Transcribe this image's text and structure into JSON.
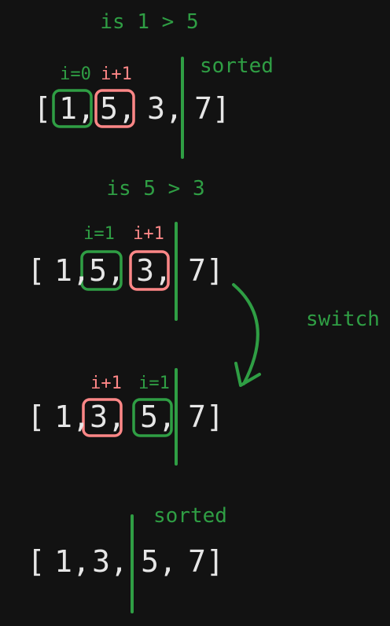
{
  "colors": {
    "background": "#121212",
    "green": "#2f9e44",
    "red": "#ff8787",
    "text": "#e6e6e6"
  },
  "step1": {
    "question": "is 1 > 5",
    "label_i": "i=0",
    "label_next": "i+1",
    "sorted_label": "sorted",
    "open_bracket": "[",
    "items": [
      "1,",
      "5,",
      "3,",
      "7]"
    ]
  },
  "step2": {
    "question": "is 5 > 3",
    "label_i": "i=1",
    "label_next": "i+1",
    "open_bracket": "[",
    "items": [
      "1,",
      "5,",
      "3,",
      "7]"
    ]
  },
  "switch_label": "switch",
  "step3": {
    "label_next": "i+1",
    "label_i": "i=1",
    "open_bracket": "[",
    "items": [
      "1,",
      "3,",
      "5,",
      "7]"
    ]
  },
  "step4": {
    "sorted_label": "sorted",
    "open_bracket": "[",
    "items": [
      "1,",
      "3,",
      "5,",
      "7]"
    ]
  }
}
